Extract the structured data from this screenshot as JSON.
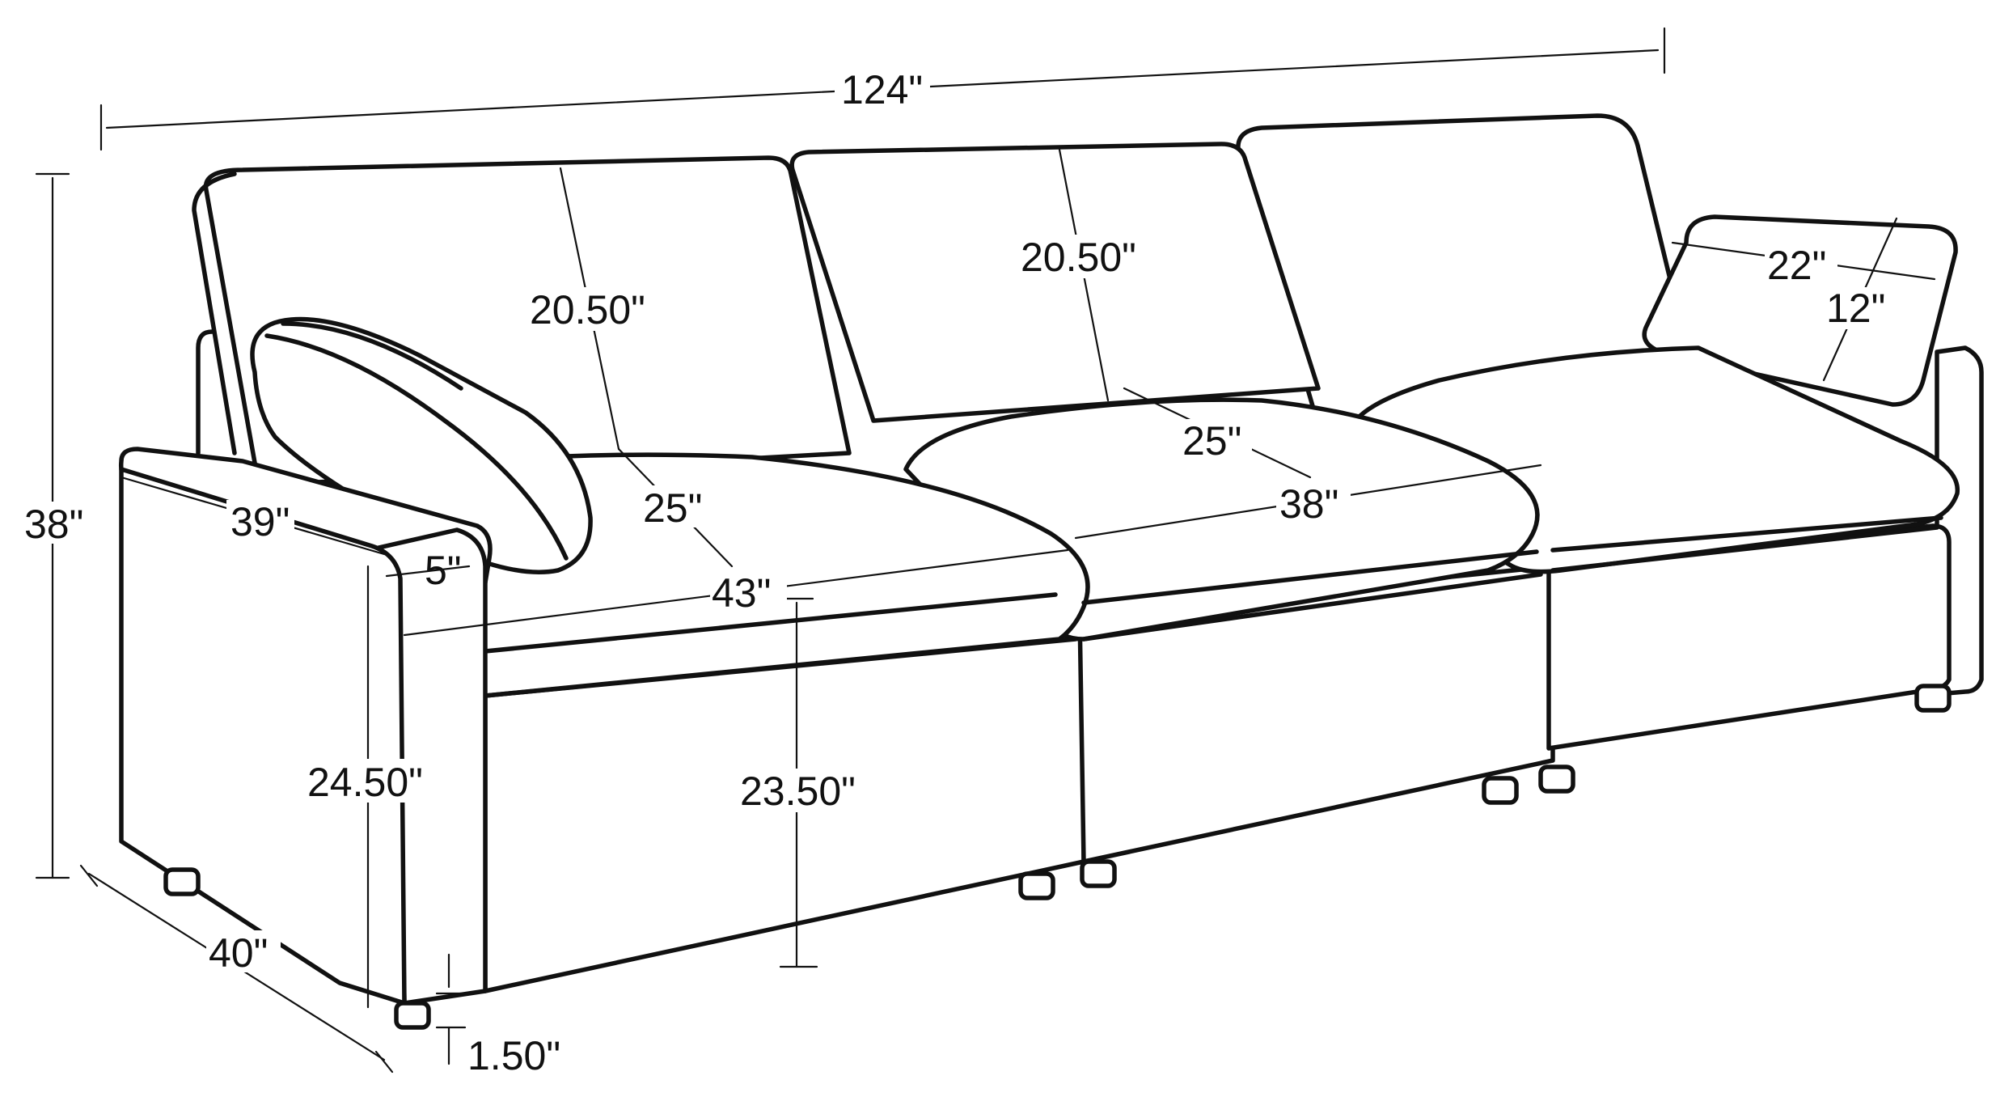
{
  "diagram": {
    "dimensions": {
      "overall_width": "124\"",
      "overall_height": "38\"",
      "overall_depth": "40\"",
      "arm_length": "39\"",
      "arm_width": "5\"",
      "arm_height": "24.50\"",
      "seat_height": "23.50\"",
      "seat_width": "43\"",
      "seat_depth_left": "25\"",
      "seat_depth_middle": "25\"",
      "middle_seat_width": "38\"",
      "back_height_left": "20.50\"",
      "back_height_middle": "20.50\"",
      "pillow_width": "22\"",
      "pillow_height": "12\"",
      "leg_height": "1.50\""
    }
  }
}
